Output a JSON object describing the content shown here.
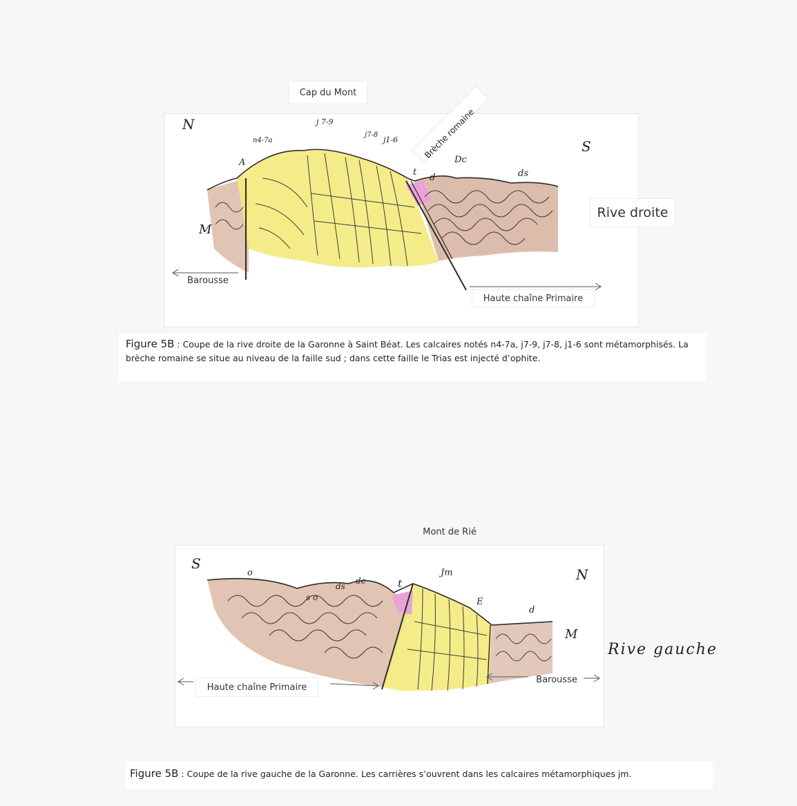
{
  "figure_top": {
    "title": "Cap du Mont",
    "breche_label": "Brèche romaine",
    "compass_left": "N",
    "compass_right": "S",
    "unit_labels": {
      "n47a": "n4-7a",
      "j79": "j 7-9",
      "j78": "j7-8",
      "j16": "j1-6",
      "A": "A",
      "M": "M",
      "t": "t",
      "d": "d",
      "dc": "Dc",
      "ds": "ds"
    },
    "side_label": "Rive droite",
    "left_arrow_label": "Barousse",
    "right_arrow_label": "Haute chaîne Primaire",
    "caption_lead": "Figure 5B",
    "caption_text": " : Coupe de la rive droite de la Garonne à Saint Béat. Les calcaires notés n4-7a, j7-9, j7-8, j1-6 sont métamorphisés. La brèche romaine se situe au niveau de la faille sud ; dans cette faille le Trias est injecté d’ophite."
  },
  "figure_bottom": {
    "title": "Mont de Rié",
    "compass_left": "S",
    "compass_right": "N",
    "unit_labels": {
      "o": "o",
      "so": "s o",
      "ds": "ds",
      "dc": "dc",
      "t": "t",
      "jm": "Jm",
      "E": "E",
      "d": "d",
      "M": "M"
    },
    "side_label": "Rive gauche",
    "left_arrow_label": "Haute chaîne Primaire",
    "right_arrow_label": "Barousse",
    "caption_lead": "Figure 5B",
    "caption_text": " : Coupe de la rive gauche de la Garonne. Les carrières s’ouvrent dans les calcaires métamorphiques jm."
  },
  "colors": {
    "limestone": "#f2ea7a",
    "schist": "#d9b8a5",
    "trias": "#e9a6d6",
    "ink": "#2a2a2a"
  }
}
